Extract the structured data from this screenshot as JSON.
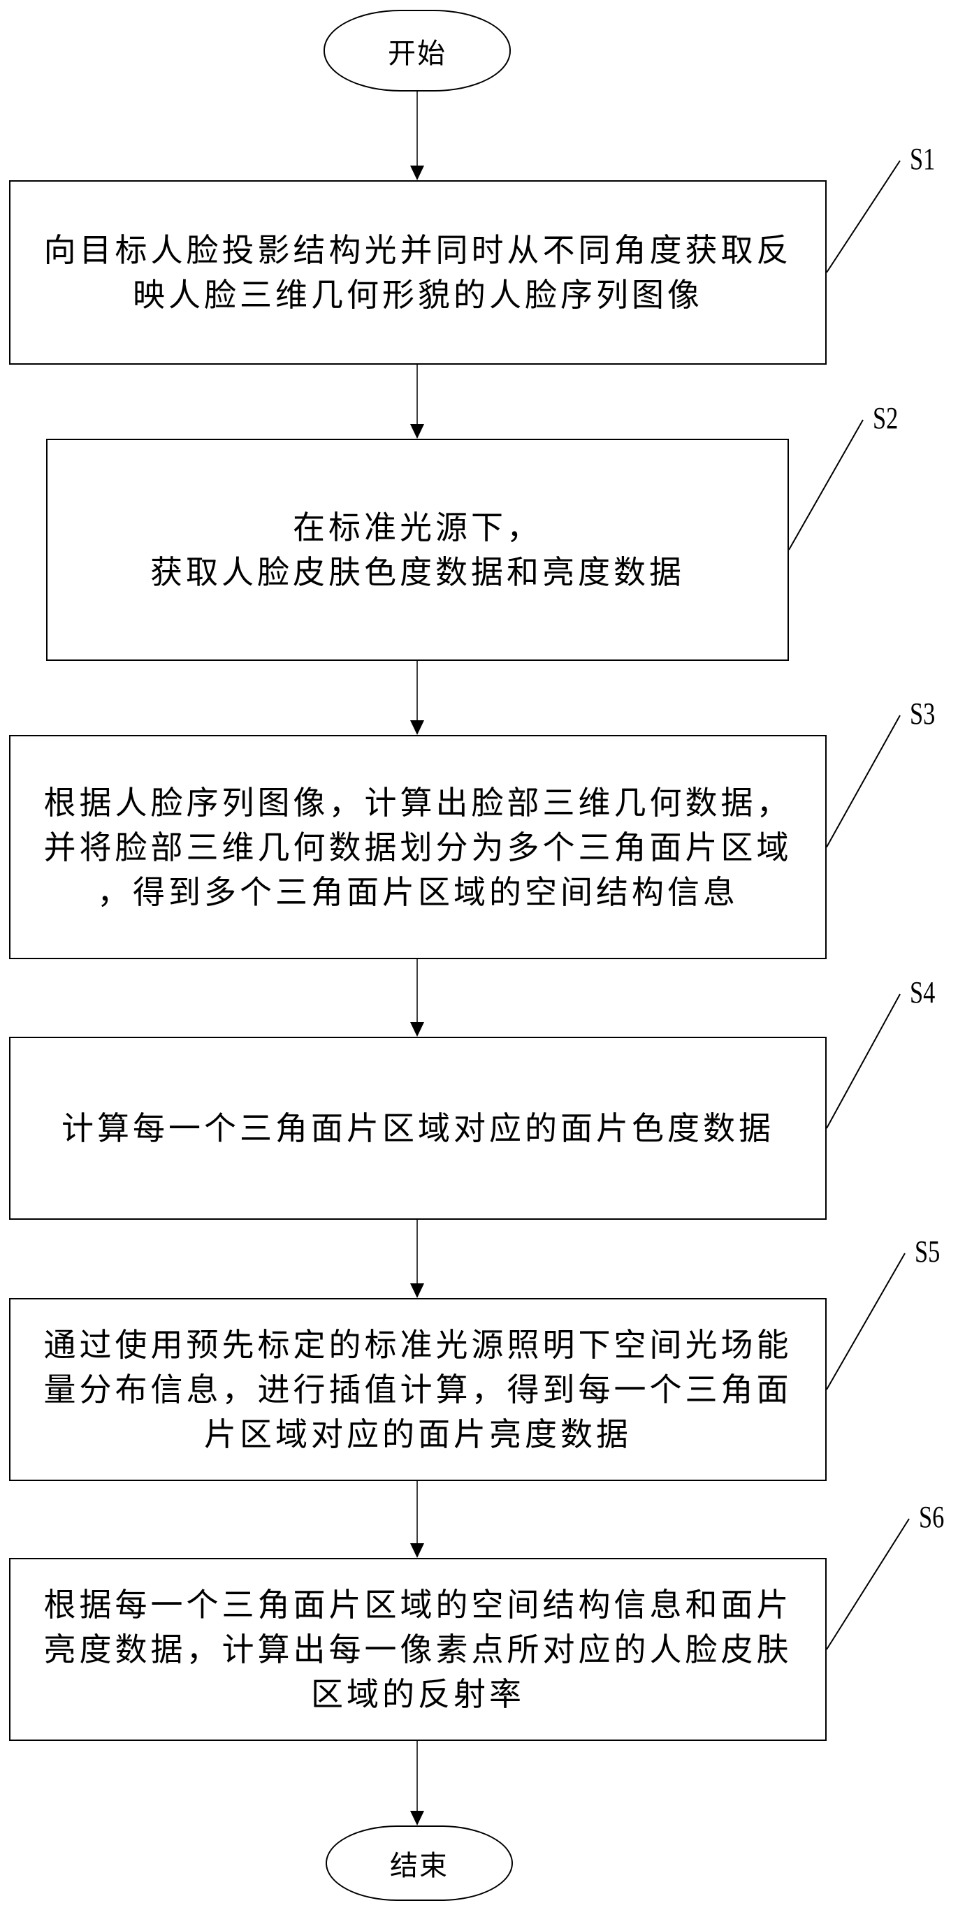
{
  "diagram": {
    "type": "flowchart",
    "direction": "top-to-bottom",
    "start": {
      "label": "开始"
    },
    "end": {
      "label": "结束"
    },
    "steps": [
      {
        "id": "S1",
        "label": "S1",
        "text": "向目标人脸投影结构光并同时从不同角度获取反\n映人脸三维几何形貌的人脸序列图像"
      },
      {
        "id": "S2",
        "label": "S2",
        "text": "在标准光源下，\n获取人脸皮肤色度数据和亮度数据"
      },
      {
        "id": "S3",
        "label": "S3",
        "text": "根据人脸序列图像，计算出脸部三维几何数据，\n并将脸部三维几何数据划分为多个三角面片区域\n，得到多个三角面片区域的空间结构信息"
      },
      {
        "id": "S4",
        "label": "S4",
        "text": "计算每一个三角面片区域对应的面片色度数据"
      },
      {
        "id": "S5",
        "label": "S5",
        "text": "通过使用预先标定的标准光源照明下空间光场能\n量分布信息，进行插值计算，得到每一个三角面\n片区域对应的面片亮度数据"
      },
      {
        "id": "S6",
        "label": "S6",
        "text": "根据每一个三角面片区域的空间结构信息和面片\n亮度数据，计算出每一像素点所对应的人脸皮肤\n区域的反射率"
      }
    ],
    "edges": [
      {
        "from": "start",
        "to": "S1"
      },
      {
        "from": "S1",
        "to": "S2"
      },
      {
        "from": "S2",
        "to": "S3"
      },
      {
        "from": "S3",
        "to": "S4"
      },
      {
        "from": "S4",
        "to": "S5"
      },
      {
        "from": "S5",
        "to": "S6"
      },
      {
        "from": "S6",
        "to": "end"
      }
    ],
    "colors": {
      "stroke": "#000000",
      "fill": "#ffffff",
      "text": "#000000"
    }
  }
}
